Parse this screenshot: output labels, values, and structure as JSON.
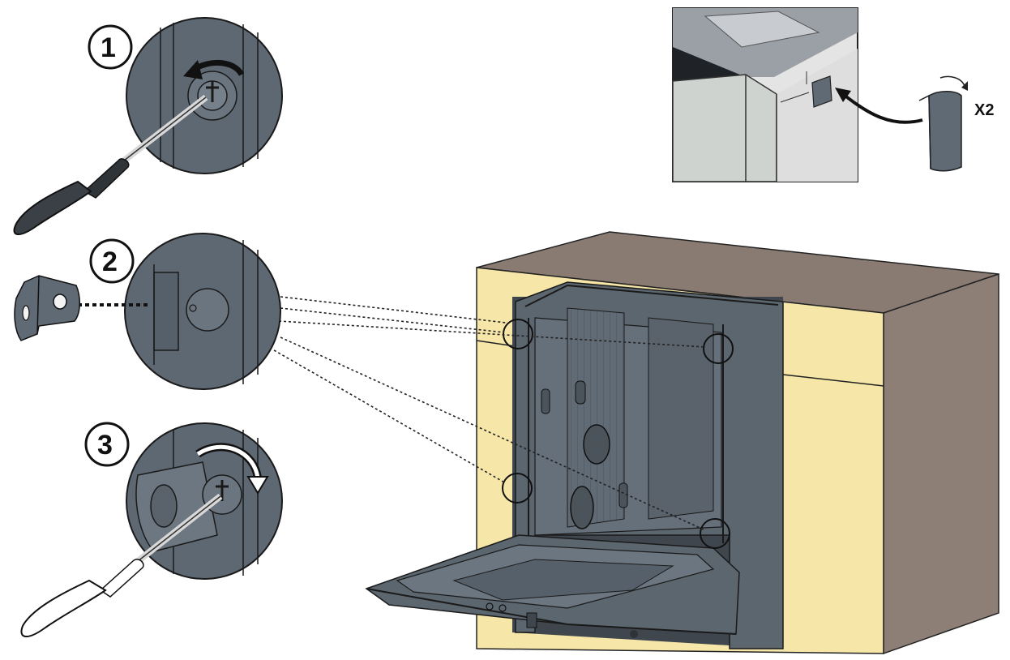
{
  "steps": [
    {
      "number": "1",
      "action": "unscrew",
      "rotation": "counterclockwise"
    },
    {
      "number": "2",
      "action": "attach-bracket"
    },
    {
      "number": "3",
      "action": "screw",
      "rotation": "clockwise"
    }
  ],
  "inset": {
    "multiplier": "X2"
  },
  "colors": {
    "background": "#ffffff",
    "metal": "#5e6872",
    "metal_dark": "#3c434b",
    "cabinet_wood": "#f6e6a8",
    "cabinet_top": "#8a7b72",
    "cabinet_side": "#8e7f76",
    "line": "#1a1a1a"
  },
  "icons": [
    "screwdriver-dark-icon",
    "screwdriver-white-icon",
    "l-bracket-icon",
    "clip-icon",
    "rotate-ccw-arrow-icon",
    "rotate-cw-arrow-icon"
  ]
}
